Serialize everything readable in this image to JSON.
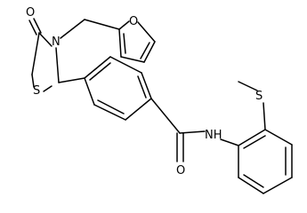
{
  "structure": {
    "atoms": {
      "carbonyl_o_ring": "O",
      "ring_n": "N",
      "ring_s": "S",
      "furan_o": "O",
      "amide_nh": "NH",
      "amide_o": "O",
      "thioether_s": "S"
    },
    "colors": {
      "bond": "#000000",
      "label": "#000000",
      "background": "#ffffff"
    }
  }
}
